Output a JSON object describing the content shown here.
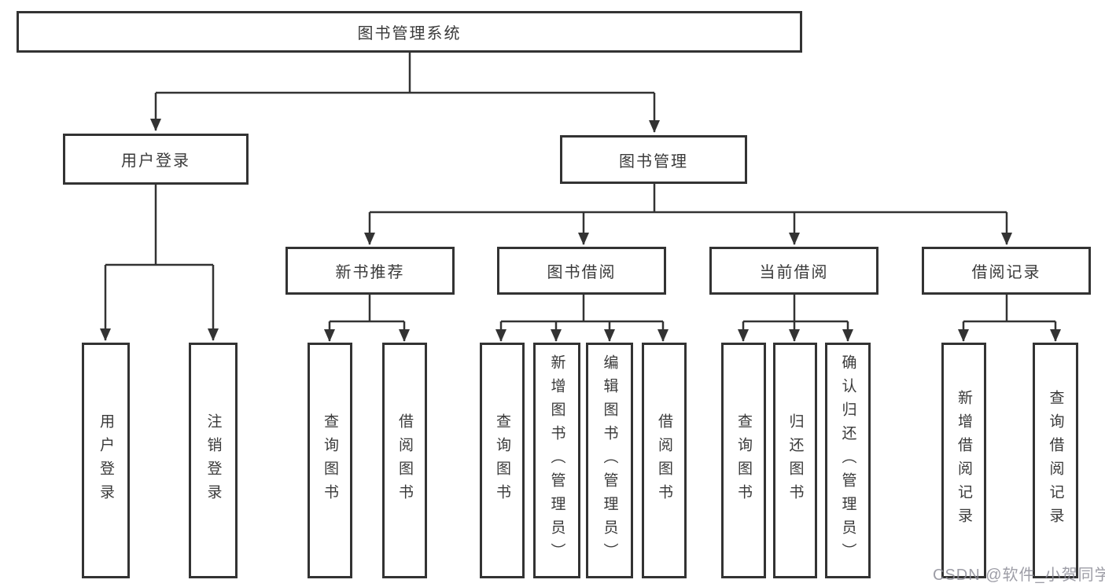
{
  "diagram": {
    "root": {
      "label": "图书管理系统"
    },
    "branches": [
      {
        "label": "用户登录",
        "children": [
          {
            "label": "用户登录"
          },
          {
            "label": "注销登录"
          }
        ]
      },
      {
        "label": "图书管理",
        "children": [
          {
            "label": "新书推荐",
            "children": [
              {
                "label": "查询图书"
              },
              {
                "label": "借阅图书"
              }
            ]
          },
          {
            "label": "图书借阅",
            "children": [
              {
                "label": "查询图书"
              },
              {
                "label": "新增图书（管理员）"
              },
              {
                "label": "编辑图书（管理员）"
              },
              {
                "label": "借阅图书"
              }
            ]
          },
          {
            "label": "当前借阅",
            "children": [
              {
                "label": "查询图书"
              },
              {
                "label": "归还图书"
              },
              {
                "label": "确认归还（管理员）"
              }
            ]
          },
          {
            "label": "借阅记录",
            "children": [
              {
                "label": "新增借阅记录"
              },
              {
                "label": "查询借阅记录"
              }
            ]
          }
        ]
      }
    ]
  },
  "watermark": {
    "text": "CSDN @软件_小贺同学"
  },
  "colors": {
    "line": "#333333",
    "text": "#3a3a3a",
    "background": "#ffffff",
    "watermark": "#8c8c96"
  }
}
